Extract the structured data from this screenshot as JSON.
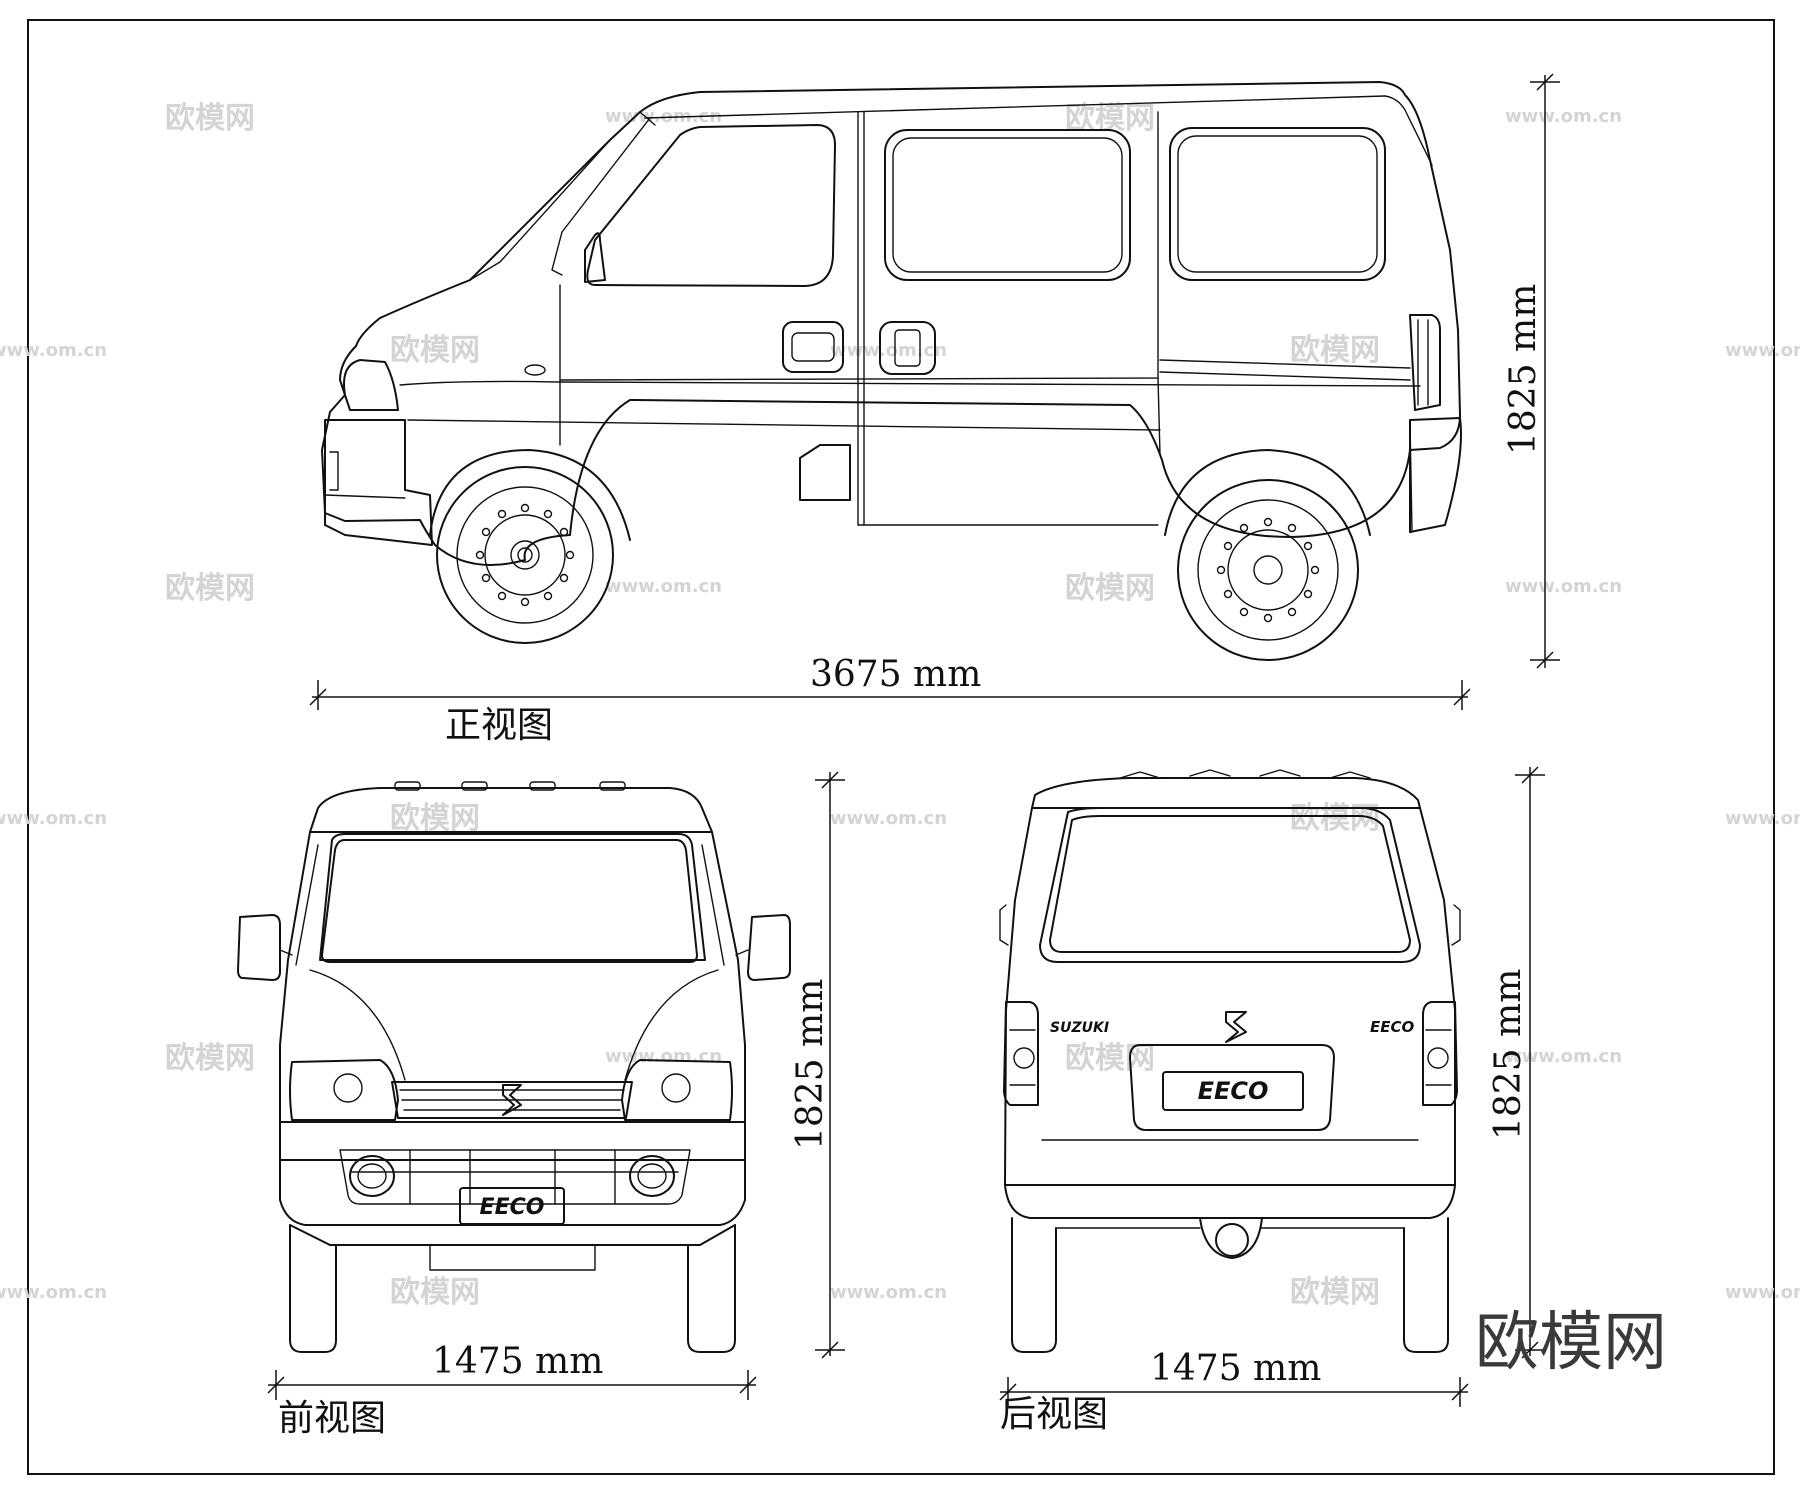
{
  "views": {
    "side": {
      "caption": "正视图",
      "length_label": "3675 mm",
      "height_label": "1825 mm"
    },
    "front": {
      "caption": "前视图",
      "width_label": "1475 mm",
      "height_label": "1825 mm",
      "plate": "EECO"
    },
    "rear": {
      "caption": "后视图",
      "width_label": "1475 mm",
      "height_label": "1825 mm",
      "plate": "EECO",
      "brand_badge": "SUZUKI",
      "model_badge": "EECO"
    }
  },
  "watermark": {
    "logo": "欧模网",
    "url": "www.om.cn"
  },
  "brand_logo": "欧模网",
  "icons": [
    "suzuki-logo-icon"
  ]
}
